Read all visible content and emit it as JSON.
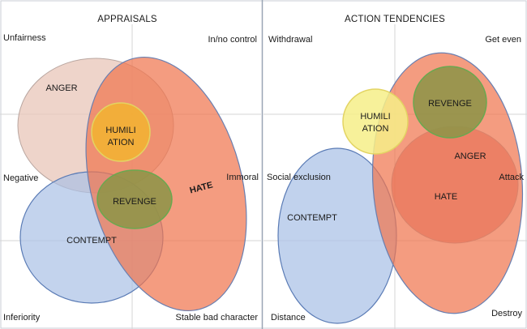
{
  "panels": {
    "appraisals": {
      "title": "APPRAISALS",
      "corners": {
        "top_left": "Unfairness",
        "top_right": "In/no control",
        "mid_left": "Negative",
        "mid_right": "Immoral",
        "bottom_left": "Inferiority",
        "bottom_right": "Stable bad character"
      },
      "emotions": {
        "anger": "ANGER",
        "humiliation_line1": "HUMILI",
        "humiliation_line2": "ATION",
        "revenge": "REVENGE",
        "contempt": "CONTEMPT",
        "hate": "HATE"
      }
    },
    "action_tendencies": {
      "title": "ACTION TENDENCIES",
      "corners": {
        "top_left": "Withdrawal",
        "top_right": "Get even",
        "mid_left": "Social exclusion",
        "mid_right": "Attack",
        "bottom_left": "Distance",
        "bottom_right": "Destroy"
      },
      "emotions": {
        "humiliation_line1": "HUMILI",
        "humiliation_line2": "ATION",
        "revenge": "REVENGE",
        "anger": "ANGER",
        "hate": "HATE",
        "contempt": "CONTEMPT"
      }
    }
  },
  "colors": {
    "anger_fill": "#e8c6b8",
    "hate_fill": "#f0764f",
    "humiliation_fill": "#f2b232",
    "revenge_fill": "#9c8f40",
    "contempt_fill": "#a9c0e6",
    "circle_stroke": "#5a7bb5",
    "axis": "#d6d6d6",
    "divider": "#9aa5b5"
  }
}
